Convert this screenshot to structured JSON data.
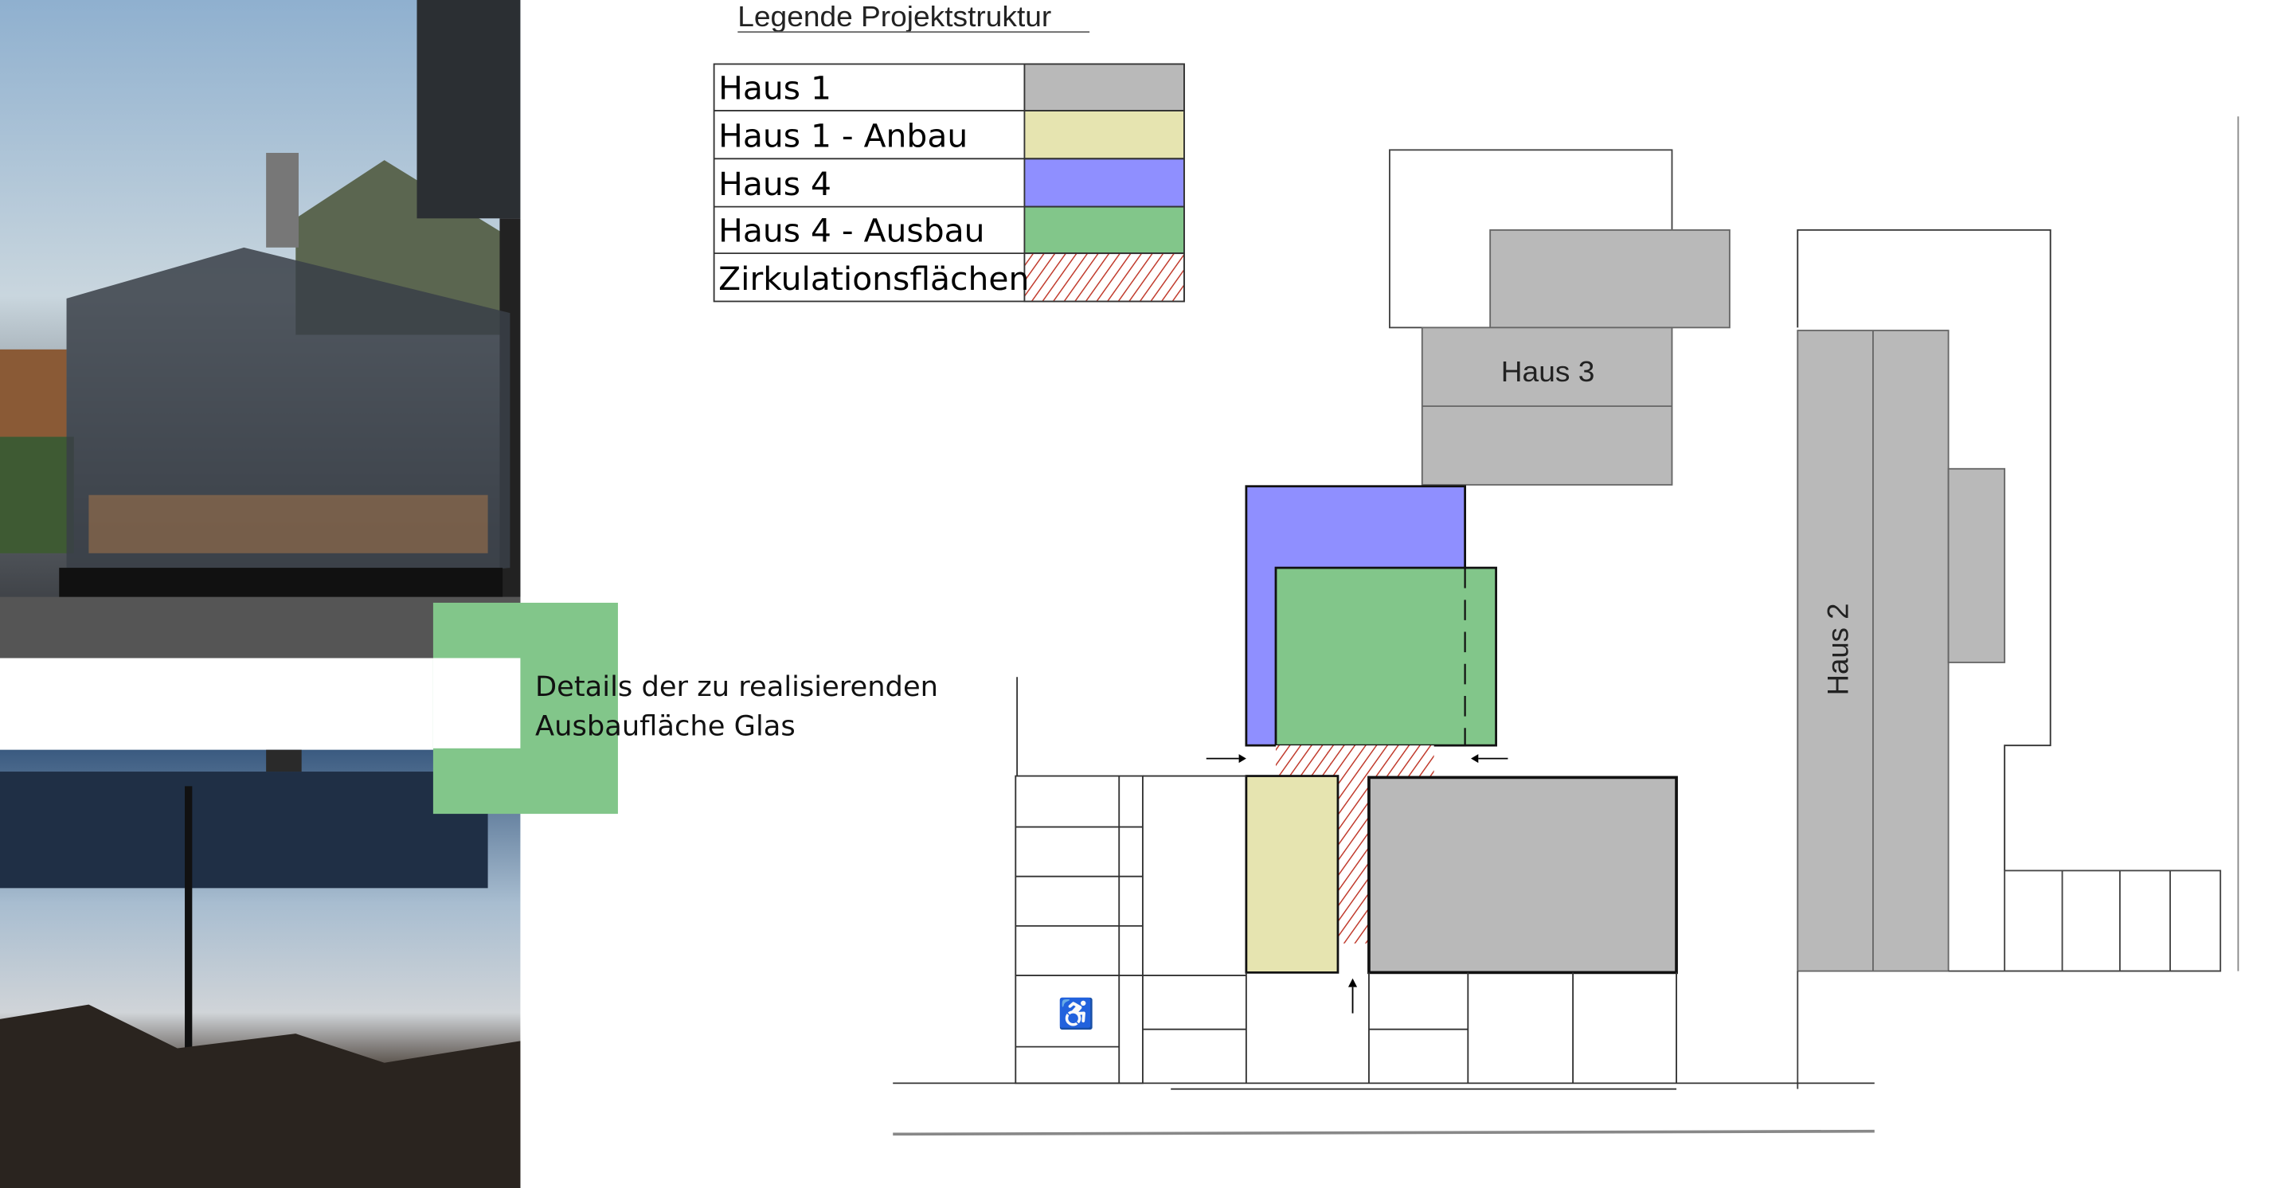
{
  "legend": {
    "title": "Legende Projektstruktur",
    "items": [
      {
        "label": "Haus 1",
        "color": "#b9b9b9"
      },
      {
        "label": "Haus 1 - Anbau",
        "color": "#e6e4b0"
      },
      {
        "label": "Haus 4",
        "color": "#8f8fff"
      },
      {
        "label": "Haus 4 - Ausbau",
        "color": "#82c68a"
      },
      {
        "label": "Zirkulationsflächen",
        "color": "#c0392b",
        "pattern": "hatch"
      }
    ]
  },
  "caption": {
    "line1": "Details der zu realisierenden",
    "line2": "Ausbaufläche Glas",
    "accent": "#82c68a"
  },
  "plan": {
    "haus3": "Haus 3",
    "haus2": "Haus 2",
    "accessible_parking_icon": "wheelchair-icon"
  },
  "photos": [
    {
      "name": "glass-pavilion-exterior-photo"
    },
    {
      "name": "glass-facade-reflection-photo"
    }
  ]
}
